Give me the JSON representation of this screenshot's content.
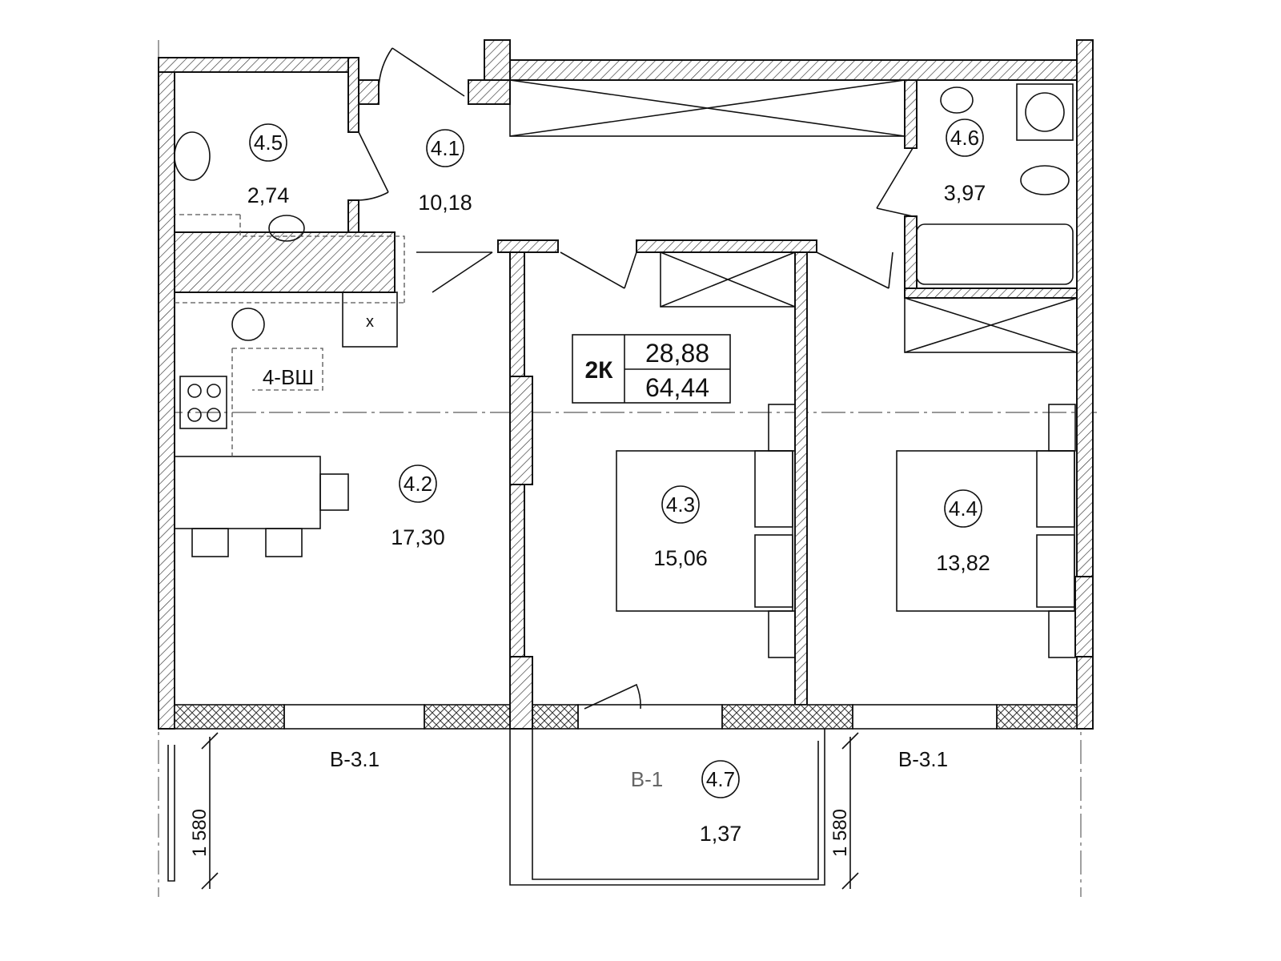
{
  "plan": {
    "apartment_type": "2К",
    "living_area": "28,88",
    "total_area": "64,44",
    "rooms": [
      {
        "id": "4.1",
        "area": "10,18"
      },
      {
        "id": "4.2",
        "area": "17,30"
      },
      {
        "id": "4.3",
        "area": "15,06"
      },
      {
        "id": "4.4",
        "area": "13,82"
      },
      {
        "id": "4.5",
        "area": "2,74"
      },
      {
        "id": "4.6",
        "area": "3,97"
      },
      {
        "id": "4.7",
        "area": "1,37"
      }
    ],
    "shaft_label": "4-ВШ",
    "shaft_mark": "x",
    "windows": {
      "left": "В-3.1",
      "right": "В-3.1",
      "balcony_door": "В-1"
    },
    "dimensions": {
      "left": "1 580",
      "right": "1 580"
    }
  }
}
